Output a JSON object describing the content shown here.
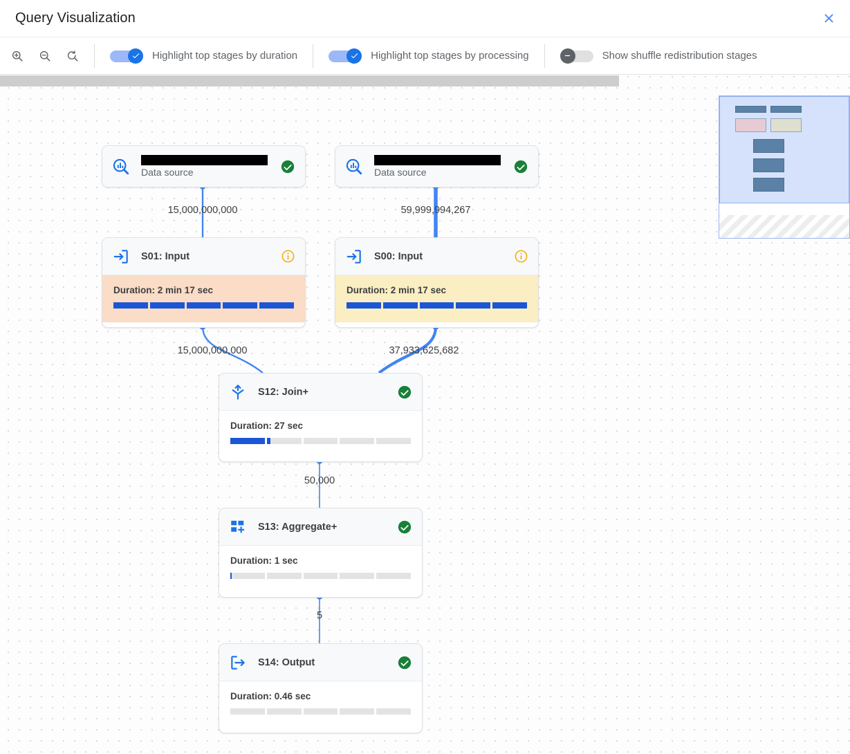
{
  "header": {
    "title": "Query Visualization",
    "close_icon": "close-icon"
  },
  "toolbar": {
    "zoom_in_icon": "zoom-in-icon",
    "zoom_out_icon": "zoom-out-icon",
    "zoom_reset_icon": "zoom-reset-icon",
    "toggles": [
      {
        "label": "Highlight top stages by duration",
        "state": "on"
      },
      {
        "label": "Highlight top stages by processing",
        "state": "on"
      },
      {
        "label": "Show shuffle redistribution stages",
        "state": "off"
      }
    ]
  },
  "graph": {
    "nodes": [
      {
        "id": "ds-left",
        "kind": "data-source",
        "name_redacted": true,
        "subtitle": "Data source",
        "status": "success",
        "icon": "data-source-search-icon"
      },
      {
        "id": "ds-right",
        "kind": "data-source",
        "name_redacted": true,
        "subtitle": "Data source",
        "status": "success",
        "icon": "data-source-search-icon"
      },
      {
        "id": "s01",
        "kind": "stage",
        "title": "S01: Input",
        "icon": "input-arrow-icon",
        "status": "info",
        "duration_label": "Duration: 2 min 17 sec",
        "progress_percent": 100,
        "highlight": "peach"
      },
      {
        "id": "s00",
        "kind": "stage",
        "title": "S00: Input",
        "icon": "input-arrow-icon",
        "status": "info",
        "duration_label": "Duration: 2 min 17 sec",
        "progress_percent": 100,
        "highlight": "yellow"
      },
      {
        "id": "s12",
        "kind": "stage",
        "title": "S12: Join+",
        "icon": "join-merge-icon",
        "status": "success",
        "duration_label": "Duration: 27 sec",
        "progress_percent": 22,
        "highlight": "none"
      },
      {
        "id": "s13",
        "kind": "stage",
        "title": "S13: Aggregate+",
        "icon": "aggregate-grid-plus-icon",
        "status": "success",
        "duration_label": "Duration: 1 sec",
        "progress_percent": 1,
        "highlight": "none"
      },
      {
        "id": "s14",
        "kind": "stage",
        "title": "S14: Output",
        "icon": "output-arrow-icon",
        "status": "success",
        "duration_label": "Duration: 0.46 sec",
        "progress_percent": 0,
        "highlight": "none"
      }
    ],
    "edges": [
      {
        "from": "ds-left",
        "to": "s01",
        "label": "15,000,000,000"
      },
      {
        "from": "ds-right",
        "to": "s00",
        "label": "59,999,994,267"
      },
      {
        "from": "s01",
        "to": "s12",
        "label": "15,000,000,000"
      },
      {
        "from": "s00",
        "to": "s12",
        "label": "37,933,625,682"
      },
      {
        "from": "s12",
        "to": "s13",
        "label": "50,000"
      },
      {
        "from": "s13",
        "to": "s14",
        "label": "5"
      }
    ]
  },
  "minimap": {
    "label": "minimap"
  },
  "colors": {
    "accent_blue": "#1a73e8",
    "edge_blue": "#4285f4",
    "success_green": "#1e8e3e",
    "info_amber": "#f9ab00",
    "highlight_peach": "#fbdcc6",
    "highlight_yellow": "#fbeec2",
    "progress_blue": "#1a56d6"
  }
}
